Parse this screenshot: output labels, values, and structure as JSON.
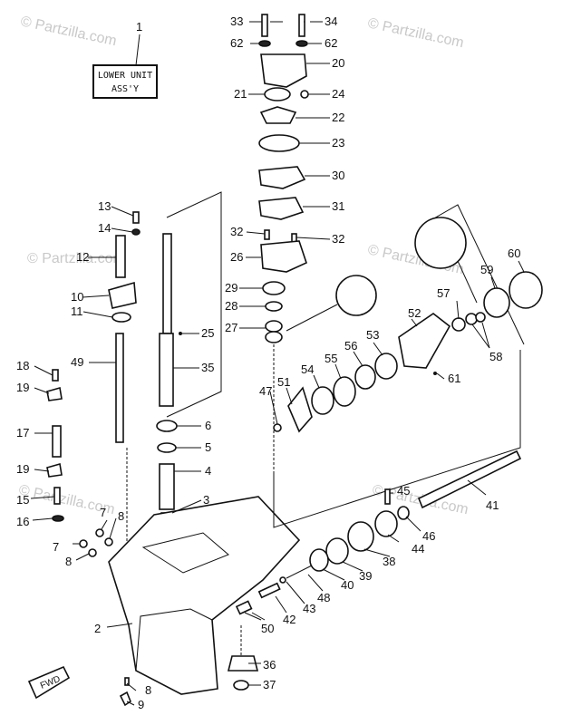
{
  "watermark": "© Partzilla.com",
  "title_box": {
    "line1": "LOWER UNIT",
    "line2": "ASS'Y"
  },
  "fwd_label": "FWD",
  "labels": {
    "n1": "1",
    "n2": "2",
    "n3": "3",
    "n4": "4",
    "n5": "5",
    "n6": "6",
    "n7a": "7",
    "n7b": "7",
    "n8a": "8",
    "n8b": "8",
    "n8c": "8",
    "n9": "9",
    "n10": "10",
    "n11": "11",
    "n12": "12",
    "n13": "13",
    "n14": "14",
    "n15": "15",
    "n16": "16",
    "n17": "17",
    "n18": "18",
    "n19a": "19",
    "n19b": "19",
    "n20": "20",
    "n21": "21",
    "n22": "22",
    "n23": "23",
    "n24": "24",
    "n25": "25",
    "n26": "26",
    "n27": "27",
    "n28": "28",
    "n29": "29",
    "n30": "30",
    "n31": "31",
    "n32a": "32",
    "n32b": "32",
    "n33": "33",
    "n34": "34",
    "n35": "35",
    "n36": "36",
    "n37": "37",
    "n38": "38",
    "n39": "39",
    "n40": "40",
    "n41": "41",
    "n42": "42",
    "n43": "43",
    "n44": "44",
    "n45": "45",
    "n46": "46",
    "n47": "47",
    "n48": "48",
    "n49": "49",
    "n50": "50",
    "n51": "51",
    "n52": "52",
    "n53": "53",
    "n54": "54",
    "n55": "55",
    "n56": "56",
    "n57": "57",
    "n58": "58",
    "n59": "59",
    "n60": "60",
    "n61": "61",
    "n62a": "62",
    "n62b": "62"
  }
}
